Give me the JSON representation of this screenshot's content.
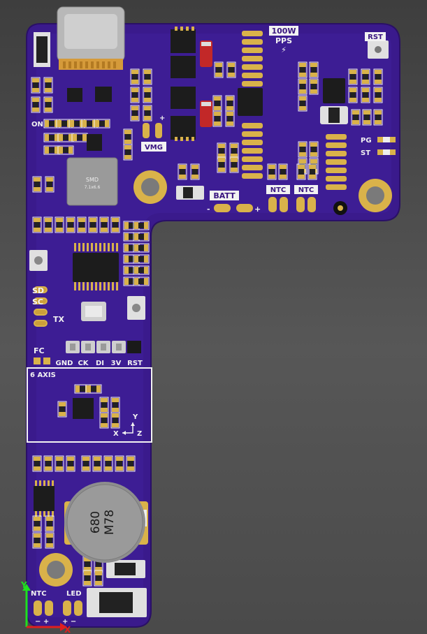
{
  "board": {
    "color_pcb": "#3a1a8c",
    "color_pcb_edge": "#2a1066",
    "color_pad": "#d9b24a",
    "color_silk": "#f2f2f2",
    "color_chip": "#1c1c1c"
  },
  "labels": {
    "power_100w": "100W",
    "power_pps": "PPS",
    "lightning": "⚡",
    "rst_top": "RST",
    "on": "ON",
    "vmg": "VMG",
    "vmg_plus": "+",
    "pg": "PG",
    "st": "ST",
    "batt": "BATT",
    "batt_minus": "-",
    "batt_plus": "+",
    "ntc_1": "NTC",
    "ntc_2": "NTC",
    "smd": "SMD",
    "smd_size": "7.1x6.6",
    "sd": "SD",
    "sc": "SC",
    "tx": "TX",
    "fc": "FC",
    "pin_gnd": "GND",
    "pin_ck": "CK",
    "pin_di": "DI",
    "pin_3v": "3V",
    "pin_rst": "RST",
    "six_axis": "6 AXIS",
    "axis_y": "Y",
    "axis_x": "X",
    "axis_z": "Z",
    "inductor_top": "680",
    "inductor_bottom": "M78",
    "ntc_bottom": "NTC",
    "led_bottom": "LED",
    "ntc_bottom_pol": "−  +",
    "led_bottom_pol": "+  −",
    "coord_y": "Y",
    "coord_x": "X"
  }
}
